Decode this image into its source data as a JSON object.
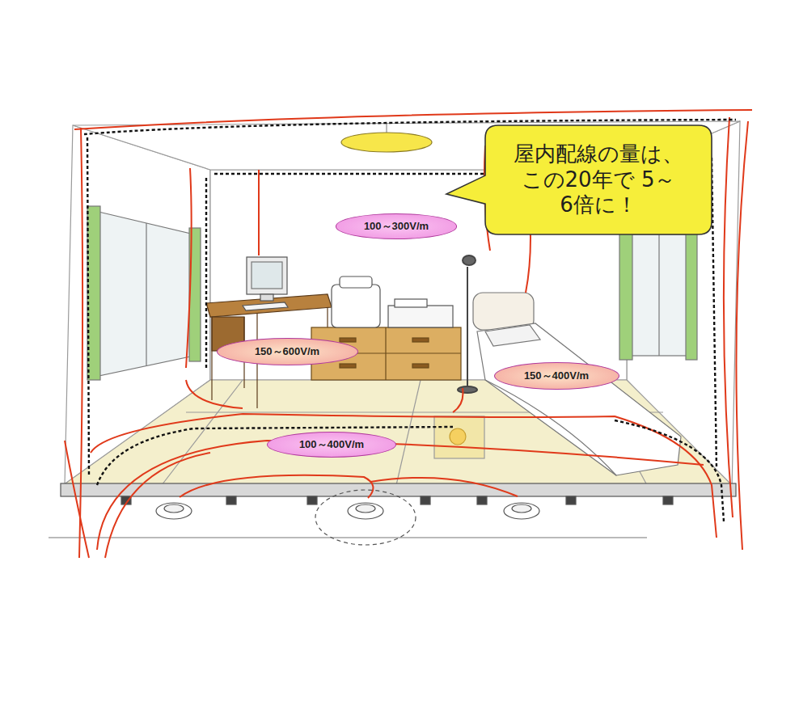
{
  "diagram": {
    "nodes": [
      {
        "text": [
          "屋内配線の量は、 この20年で 5～6倍に！"
        ]
      },
      {
        "text": [
          "100～300V/m"
        ]
      },
      {
        "text": [
          "150～600V/m"
        ]
      },
      {
        "text": [
          "150～400V/m"
        ]
      },
      {
        "text": [
          "100～400V/m"
        ]
      }
    ]
  }
}
